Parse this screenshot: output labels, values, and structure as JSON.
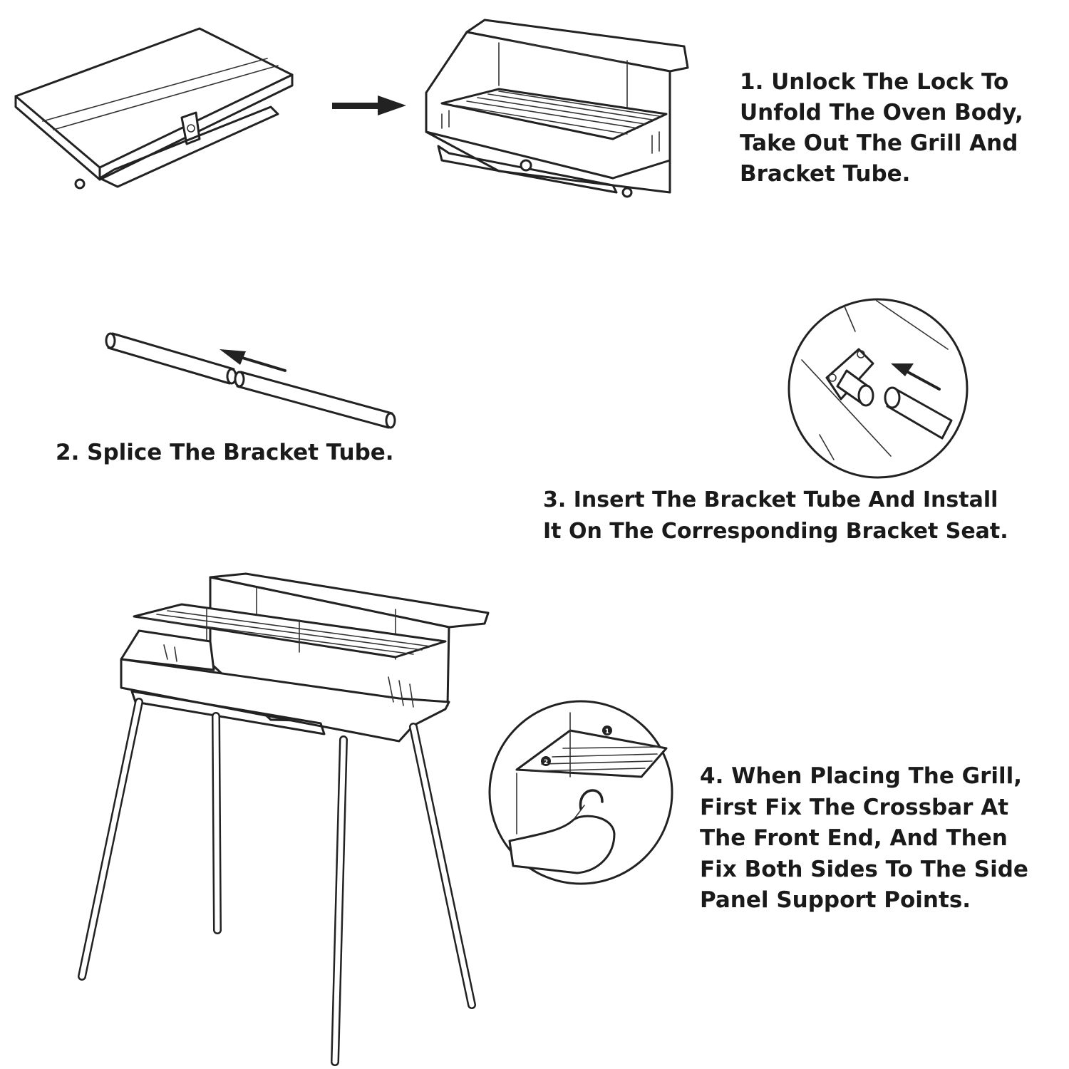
{
  "steps": [
    {
      "id": "step1",
      "lines": [
        "1. Unlock The Lock To",
        "Unfold The Oven Body,",
        "Take Out The Grill And",
        "Bracket Tube."
      ]
    },
    {
      "id": "step2",
      "lines": [
        "2. Splice The Bracket Tube."
      ]
    },
    {
      "id": "step3",
      "lines": [
        "3. Insert The Bracket Tube And Install",
        "It On The Corresponding Bracket Seat."
      ]
    },
    {
      "id": "step4",
      "lines": [
        "4. When Placing The Grill,",
        "First Fix The Crossbar At",
        "The Front End, And Then",
        "Fix Both Sides To The Side",
        "Panel Support Points."
      ]
    }
  ],
  "callout_markers": [
    "1",
    "2"
  ],
  "colors": {
    "line": "#222222",
    "background": "#ffffff",
    "text": "#1a1a1a"
  }
}
